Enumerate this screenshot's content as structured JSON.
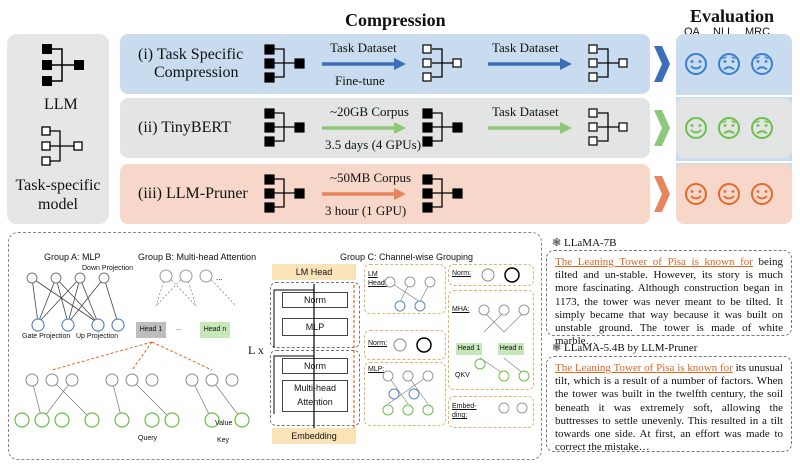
{
  "headings": {
    "compression": "Compression",
    "evaluation": "Evaluation"
  },
  "left": {
    "llm": "LLM",
    "task_specific_line1": "Task-specific",
    "task_specific_line2": "model"
  },
  "eval_columns": [
    "QA",
    "NLI",
    "MRC"
  ],
  "rows": [
    {
      "label_line1": "(i) Task Specific",
      "label_line2": "Compression",
      "arrow1_top": "Task Dataset",
      "arrow1_bottom": "Fine-tune",
      "arrow2_top": "Task Dataset",
      "color": "#c9dcef",
      "arrow_color": "#3c6fb7",
      "emoji_color": "#3b7fd0",
      "moods": [
        "happy",
        "sad",
        "sad"
      ]
    },
    {
      "label_line1": "(ii) TinyBERT",
      "label_line2": "",
      "arrow1_top": "~20GB Corpus",
      "arrow1_bottom": "3.5 days (4 GPUs)",
      "arrow2_top": "Task Dataset",
      "color": "#e3e4e4",
      "arrow_color": "#8fc77b",
      "emoji_color": "#6cbf4a",
      "moods": [
        "happy",
        "sad",
        "sad"
      ]
    },
    {
      "label_line1": "(iii) LLM-Pruner",
      "label_line2": "",
      "arrow1_top": "~50MB Corpus",
      "arrow1_bottom": "3 hour (1 GPU)",
      "arrow2_top": "",
      "color": "#f6d7c9",
      "arrow_color": "#e8855a",
      "emoji_color": "#e36a2a",
      "moods": [
        "happy",
        "happy",
        "happy"
      ]
    }
  ],
  "bottom": {
    "group_a": "Group A:  MLP",
    "down_projection": "Down Projection",
    "gate_projection": "Gate Projection",
    "up_projection": "Up Projection",
    "group_b": "Group B: Multi-head Attention",
    "head1": "Head 1",
    "dots": "...",
    "headn": "Head n",
    "query": "Query",
    "key": "Key",
    "value": "Value",
    "group_c": "Group C: Channel-wise Grouping",
    "lm_head": "LM Head",
    "norm": "Norm",
    "mlp": "MLP",
    "multihead_line1": "Multi-head",
    "multihead_line2": "Attention",
    "embedding": "Embedding",
    "lx": "L x",
    "c_lm_head_line1": "LM",
    "c_lm_head_line2": "Head:",
    "c_norm": "Norm:",
    "c_mlp": "MLP:",
    "c_norm2": "Norm:",
    "c_mha": "MHA:",
    "c_head1": "Head 1",
    "c_headn": "Head n",
    "c_qkv": "QKV",
    "c_embed_line1": "Embed-",
    "c_embed_line2": "ding:"
  },
  "samples": [
    {
      "model": "LLaMA-7B",
      "prompt": "The Leaning Tower of Pisa is known for",
      "text": " being tilted and un-stable. However, its story is much more fascinating. Although construction began in 1173, the tower was never meant to be tilted. It simply became that way because it was built on unstable ground. The tower is made of white marble…"
    },
    {
      "model": "LLaMA-5.4B by LLM-Pruner",
      "prompt": "The Leaning Tower of Pisa is known for",
      "text": " its unusual tilt, which is a result of a number of factors. When the tower was built in the twelfth century, the soil beneath it was extremely soft, allowing the buttresses to settle unevenly. This resulted in a tilt towards one side. At first, an effort was made to correct the mistake…"
    }
  ],
  "colors": {
    "panel_left": "#e6e6e6",
    "eval_panel": "#c9dcef",
    "orange": "#e0661f",
    "green": "#6cbf4a",
    "blue": "#3b7fd0"
  }
}
